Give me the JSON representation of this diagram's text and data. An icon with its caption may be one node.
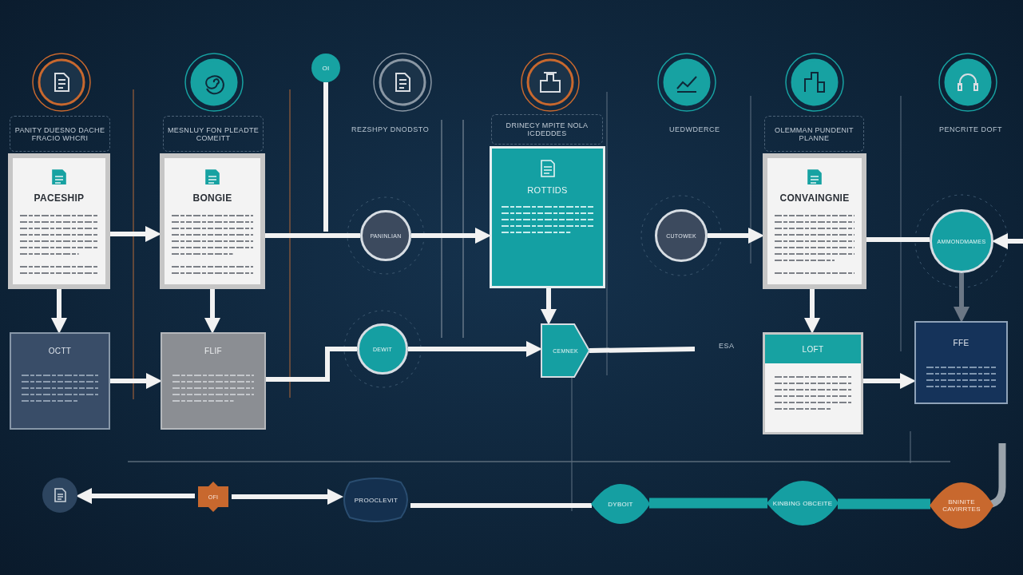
{
  "diagram": {
    "nodes": [
      {
        "text": [
          "PANITY DUESNO DACHE FRACIO WHCRI"
        ]
      },
      {
        "text": [
          "PACESHIP"
        ]
      },
      {
        "text": [
          "MESNLUY FON PLEADTE COMEITT"
        ]
      },
      {
        "text": [
          "BONGIE"
        ]
      },
      {
        "text": [
          "OCTT"
        ]
      },
      {
        "text": [
          "FLIF"
        ]
      },
      {
        "text": [
          "PANINLIAN"
        ]
      },
      {
        "text": [
          "DEWIT"
        ]
      },
      {
        "text": [
          "DRINECY MPITE NOLA ICDEDDES"
        ]
      },
      {
        "text": [
          "ROTTIDS"
        ]
      },
      {
        "text": [
          "CEMNEK"
        ]
      },
      {
        "text": [
          "CUTOWEK"
        ]
      },
      {
        "text": [
          "OLEMMAN PUNDENIT PLANNE"
        ]
      },
      {
        "text": [
          "CONVAINGNIE"
        ]
      },
      {
        "text": [
          "AMMONDMAMES"
        ]
      },
      {
        "text": [
          "LOFT"
        ]
      },
      {
        "text": [
          "FFE"
        ]
      },
      {
        "text": [],
        "shape": "circle"
      },
      {
        "text": [
          "OFI"
        ]
      },
      {
        "text": [
          "PROOCLEVIT"
        ]
      },
      {
        "text": [
          "DYBOIT"
        ]
      },
      {
        "text": [
          "KINBING OBCEITE"
        ]
      },
      {
        "text": [
          "BNINITE CAVIRRTES"
        ]
      },
      {
        "text": [
          "OI"
        ]
      }
    ],
    "edges": [
      {
        "from": 1,
        "to": 3,
        "arrow": "to"
      },
      {
        "from": 1,
        "to": 4,
        "arrow": "to"
      },
      {
        "from": 3,
        "to": 5,
        "arrow": "to"
      },
      {
        "from": 4,
        "to": 5,
        "arrow": "to"
      },
      {
        "from": 3,
        "to": 6,
        "arrow": "none"
      },
      {
        "from": 5,
        "to": 7,
        "arrow": "none"
      },
      {
        "from": 6,
        "to": 9,
        "arrow": "to"
      },
      {
        "from": 7,
        "to": 10,
        "arrow": "to"
      },
      {
        "from": 9,
        "to": 10,
        "arrow": "to"
      },
      {
        "from": 11,
        "to": 13,
        "arrow": "to"
      },
      {
        "from": 13,
        "to": 14,
        "arrow": "none"
      },
      {
        "from": null,
        "to": 14,
        "arrow": "to"
      },
      {
        "from": 14,
        "to": 16,
        "arrow": "to",
        "color": "#6b7785"
      },
      {
        "from": 15,
        "to": 16,
        "arrow": "to"
      },
      {
        "from": 13,
        "to": 15,
        "arrow": "to"
      },
      {
        "from": 18,
        "to": 17,
        "arrow": "to"
      },
      {
        "from": 18,
        "to": 19,
        "arrow": "to"
      },
      {
        "from": 19,
        "to": 20,
        "arrow": "none"
      },
      {
        "from": 20,
        "to": 21,
        "arrow": "none",
        "style": "thick",
        "color": "#17a2a2"
      },
      {
        "from": 21,
        "to": 22,
        "arrow": "none",
        "style": "thick",
        "color": "#17a2a2"
      },
      {
        "from": 10,
        "to": null,
        "arrow": "none"
      },
      {
        "from": 23,
        "to": null,
        "arrow": "none"
      }
    ],
    "labels": [
      "REZSHPY DNODSTO",
      "UEDWDERCE",
      "PENCRITE DOFT",
      "ESA"
    ]
  }
}
